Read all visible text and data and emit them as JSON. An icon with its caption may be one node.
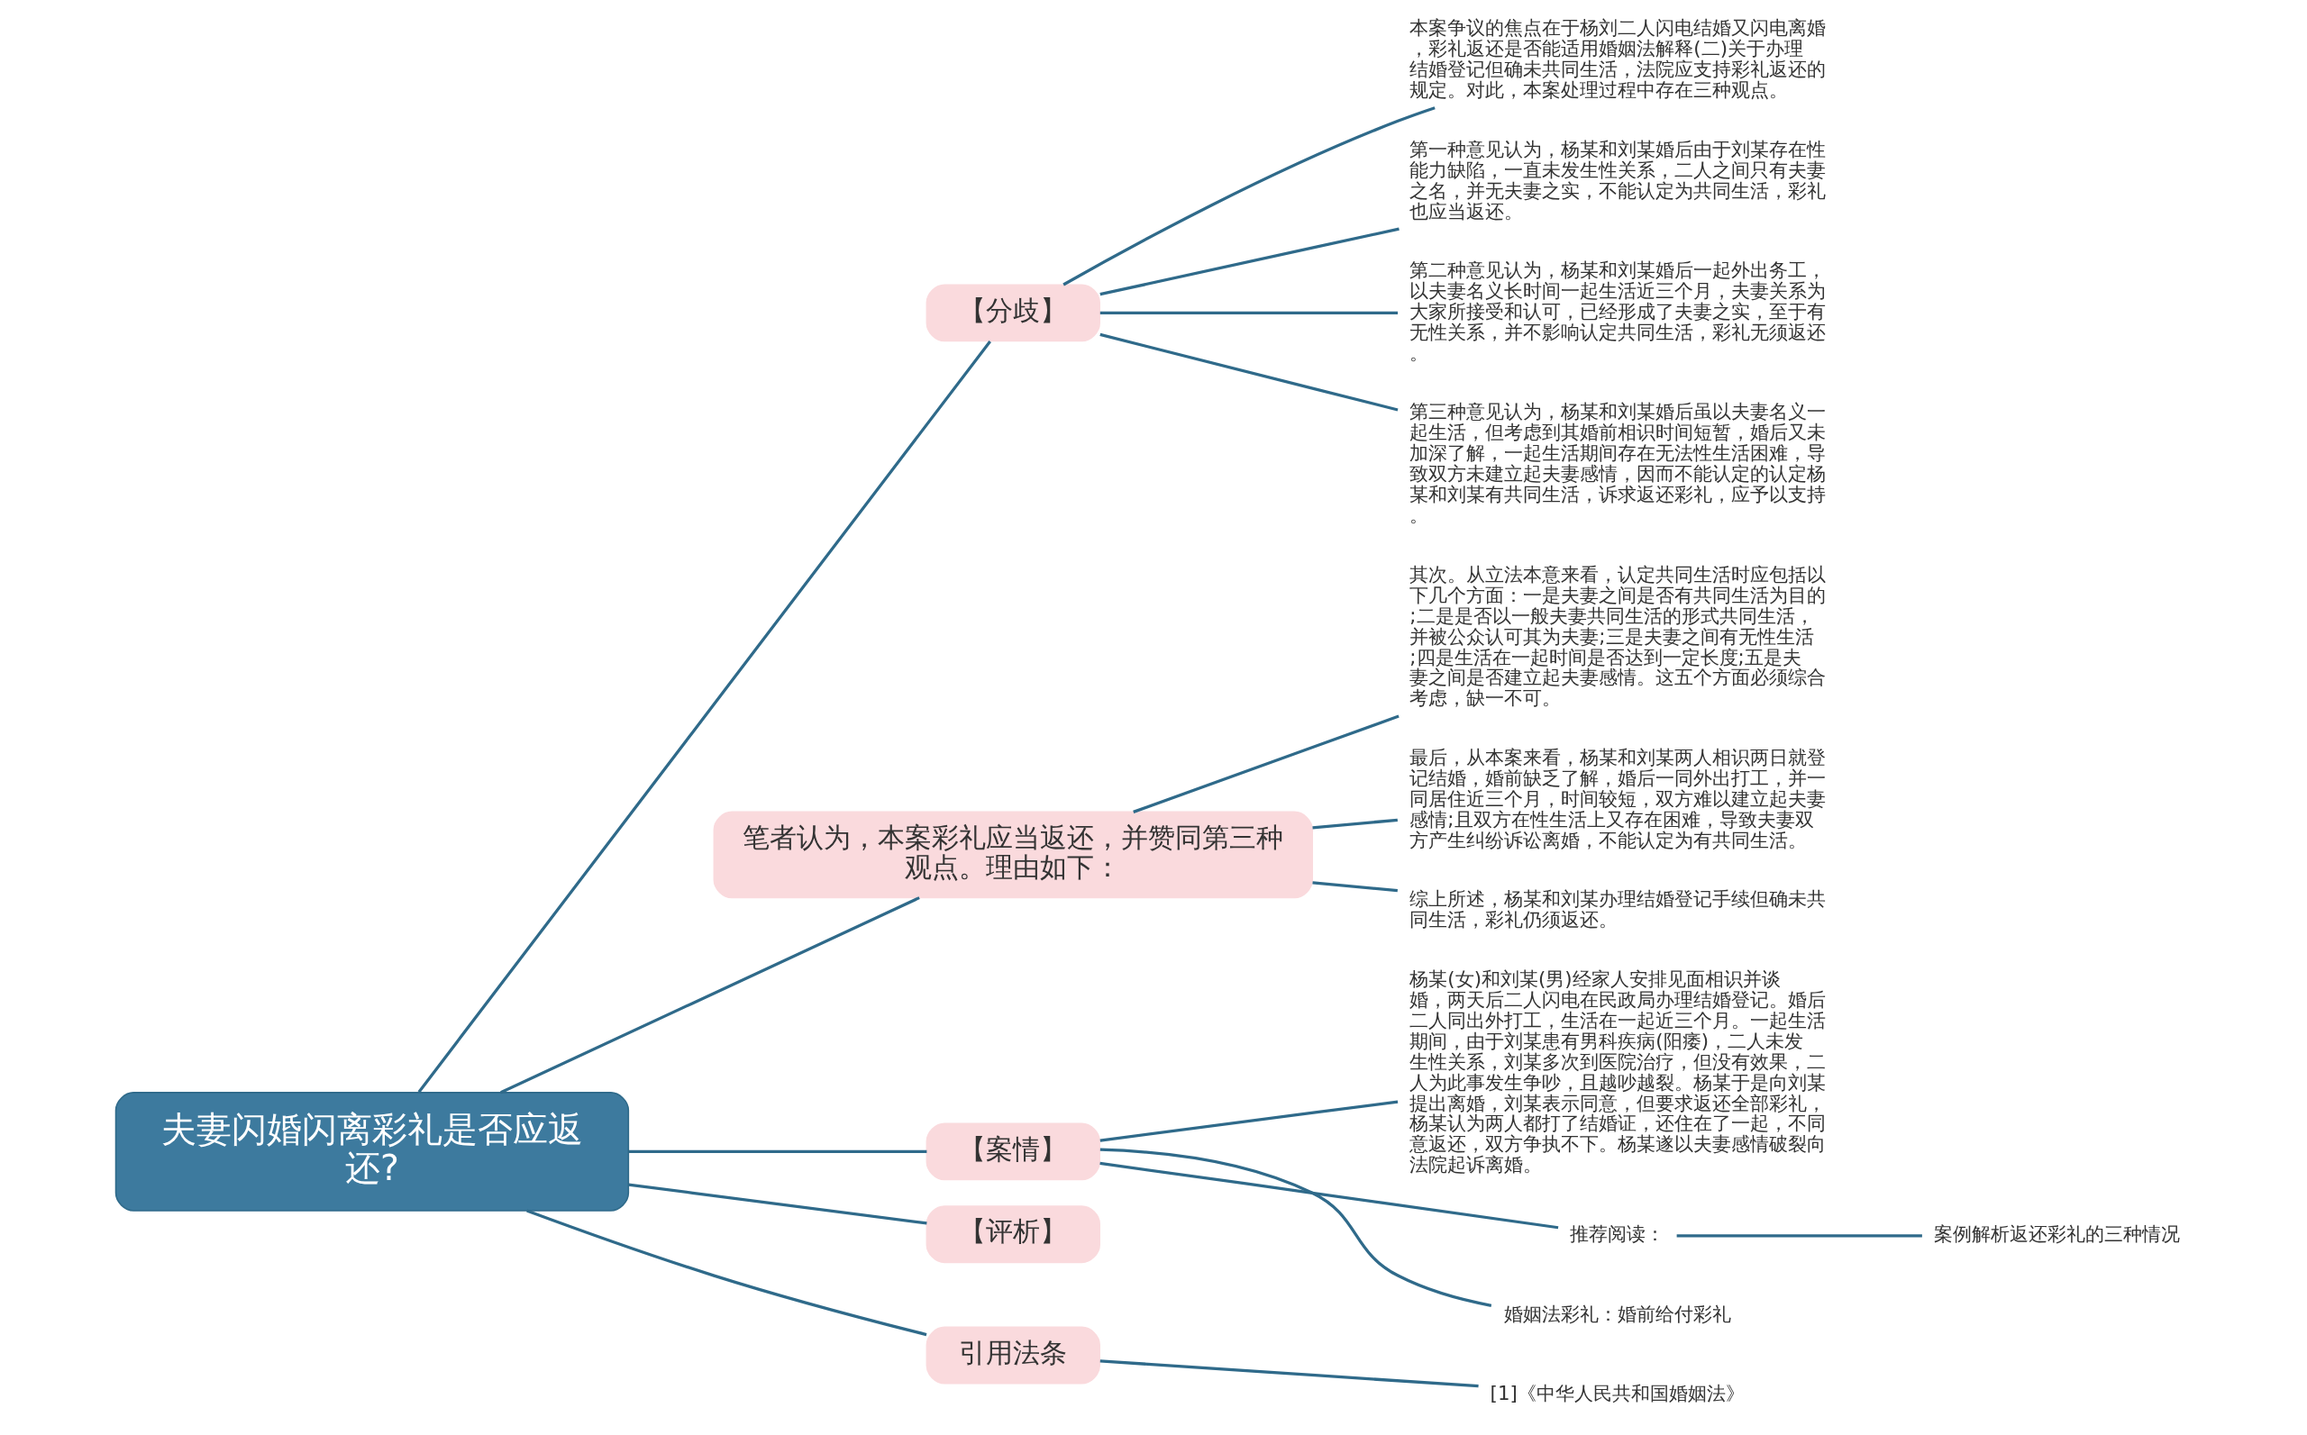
{
  "diagram": {
    "nodes": [
      {
        "text": [
          "夫妻闪婚闪离彩礼是否应返还?"
        ]
      },
      {
        "text": [
          "【分歧】"
        ]
      },
      {
        "text": [
          "本案争议的焦点在于杨刘二人闪电结婚又闪电离婚，彩礼返还是否能适用婚姻法解释(二)关于办理结婚登记但确未共同生活，法院应支持彩礼返还的规定。对此，本案处理过程中存在三种观点。"
        ]
      },
      {
        "text": [
          "第一种意见认为，杨某和刘某婚后由于刘某存在性能力缺陷，一直未发生性关系，二人之间只有夫妻之名，并无夫妻之实，不能认定为共同生活，彩礼也应当返还。"
        ]
      },
      {
        "text": [
          "第二种意见认为，杨某和刘某婚后一起外出务工，以夫妻名义长时间一起生活近三个月，夫妻关系为大家所接受和认可，已经形成了夫妻之实，至于有无性关系，并不影响认定共同生活，彩礼无须返还。"
        ]
      },
      {
        "text": [
          "第三种意见认为，杨某和刘某婚后虽以夫妻名义一起生活，但考虑到其婚前相识时间短暂，婚后又未加深了解，一起生活期间存在无法性生活困难，导致双方未建立起夫妻感情，因而不能认定的认定杨某和刘某有共同生活，诉求返还彩礼，应予以支持。"
        ]
      },
      {
        "text": [
          "笔者认为，本案彩礼应当返还，并赞同第三种观点。理由如下："
        ]
      },
      {
        "text": [
          "其次。从立法本意来看，认定共同生活时应包括以下几个方面：一是夫妻之间是否有共同生活为目的;二是是否以一般夫妻共同生活的形式共同生活，并被公众认可其为夫妻;三是夫妻之间有无性生活;四是生活在一起时间是否达到一定长度;五是夫妻之间是否建立起夫妻感情。这五个方面必须综合考虑，缺一不可。"
        ]
      },
      {
        "text": [
          "最后，从本案来看，杨某和刘某两人相识两日就登记结婚，婚前缺乏了解，婚后一同外出打工，并一同居住近三个月，时间较短，双方难以建立起夫妻感情;且双方在性生活上又存在困难，导致夫妻双方产生纠纷诉讼离婚，不能认定为有共同生活。"
        ]
      },
      {
        "text": [
          "综上所述，杨某和刘某办理结婚登记手续但确未共同生活，彩礼仍须返还。"
        ]
      },
      {
        "text": [
          "【案情】"
        ]
      },
      {
        "text": [
          "杨某(女)和刘某(男)经家人安排见面相识并谈婚，两天后二人闪电在民政局办理结婚登记。婚后二人同出外打工，生活在一起近三个月。一起生活期间，由于刘某患有男科疾病(阳痿)，二人未发生性关系，刘某多次到医院治疗，但没有效果，二人为此事发生争吵，且越吵越裂。杨某于是向刘某提出离婚，刘某表示同意，但要求返还全部彩礼，杨某认为两人都打了结婚证，还住在了一起，不同意返还，双方争执不下。杨某遂以夫妻感情破裂向法院起诉离婚。"
        ]
      },
      {
        "text": [
          "推荐阅读："
        ]
      },
      {
        "text": [
          "案例解析返还彩礼的三种情况"
        ]
      },
      {
        "text": [
          "婚姻法彩礼：婚前给付彩礼"
        ]
      },
      {
        "text": [
          "【评析】"
        ]
      },
      {
        "text": [
          "引用法条"
        ]
      },
      {
        "text": [
          "[1]《中华人民共和国婚姻法》"
        ]
      }
    ],
    "edges": [
      {
        "from": 0,
        "to": 1,
        "arrow": "none"
      },
      {
        "from": 1,
        "to": 2,
        "arrow": "none"
      },
      {
        "from": 1,
        "to": 3,
        "arrow": "none"
      },
      {
        "from": 1,
        "to": 4,
        "arrow": "none"
      },
      {
        "from": 1,
        "to": 5,
        "arrow": "none"
      },
      {
        "from": 0,
        "to": 6,
        "arrow": "none"
      },
      {
        "from": 6,
        "to": 7,
        "arrow": "none"
      },
      {
        "from": 6,
        "to": 8,
        "arrow": "none"
      },
      {
        "from": 6,
        "to": 9,
        "arrow": "none"
      },
      {
        "from": 0,
        "to": 10,
        "arrow": "none"
      },
      {
        "from": 10,
        "to": 11,
        "arrow": "none"
      },
      {
        "from": 10,
        "to": 12,
        "arrow": "none"
      },
      {
        "from": 12,
        "to": 13,
        "arrow": "none"
      },
      {
        "from": 10,
        "to": 14,
        "arrow": "none"
      },
      {
        "from": 0,
        "to": 15,
        "arrow": "none"
      },
      {
        "from": 0,
        "to": 16,
        "arrow": "none"
      },
      {
        "from": 16,
        "to": 17,
        "arrow": "none"
      }
    ]
  }
}
